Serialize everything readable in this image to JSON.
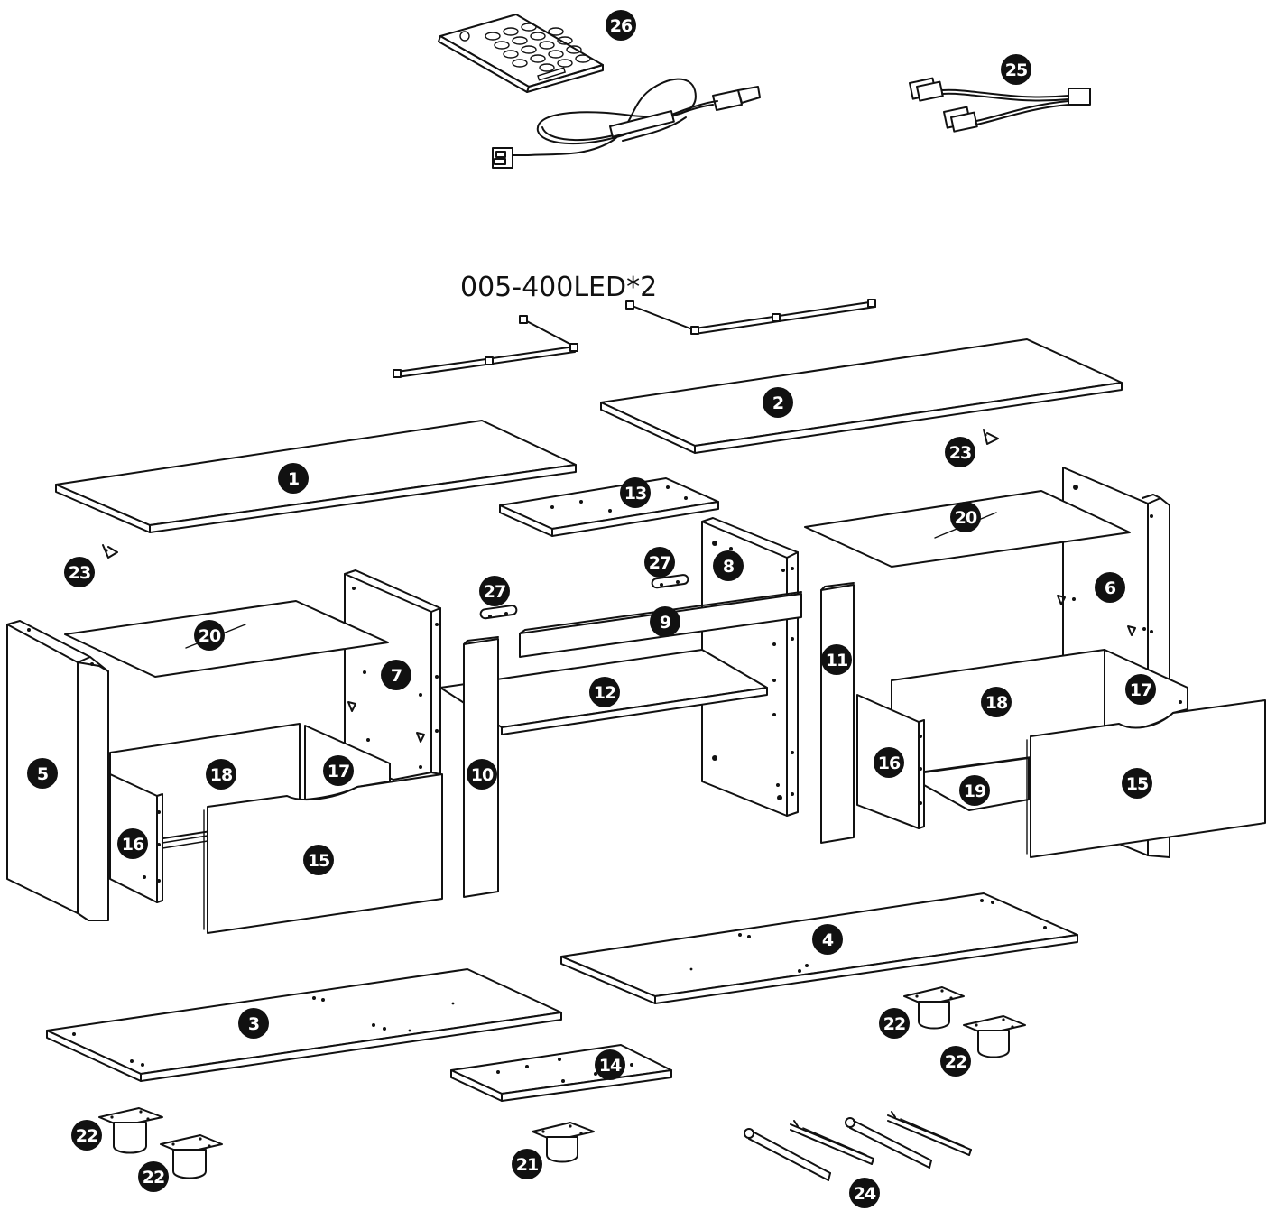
{
  "diagram": {
    "led_strip_label": "005-400LED*2",
    "part_numbers": {
      "p1": "1",
      "p2": "2",
      "p3": "3",
      "p4": "4",
      "p5": "5",
      "p6": "6",
      "p7": "7",
      "p8": "8",
      "p9": "9",
      "p10": "10",
      "p11": "11",
      "p12": "12",
      "p13": "13",
      "p14": "14",
      "p15": "15",
      "p16": "16",
      "p17": "17",
      "p18": "18",
      "p19": "19",
      "p20": "20",
      "p21": "21",
      "p22": "22",
      "p23": "23",
      "p24": "24",
      "p25": "25",
      "p26": "26",
      "p27": "27"
    }
  }
}
